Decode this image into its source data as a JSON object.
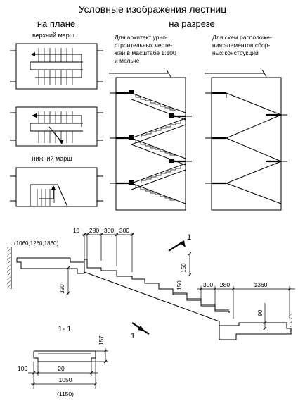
{
  "title": "Условные изображения лестниц",
  "plan": {
    "heading": "на плане",
    "top_flight_label": "верхний марш",
    "bottom_flight_label": "нижний марш"
  },
  "section": {
    "heading": "на разрезе",
    "arch_note": [
      "Для архитект урно-",
      "строительных черте-",
      "жей в масштабе 1:100",
      "и мельче"
    ],
    "assembly_note": [
      "Для схем расположе-",
      "ния элементов сбор-",
      "ных конструкций"
    ]
  },
  "flight": {
    "dims_top": [
      "10",
      "280",
      "300",
      "300"
    ],
    "landing_lengths": "(1060,1260,1860)",
    "dim_150_upper": "150",
    "dim_150_lower": "150",
    "dim_320": "320",
    "dims_bottom": [
      "300",
      "280",
      "1360"
    ],
    "dim_90": "90",
    "cut_number_top": "1",
    "cut_number_bottom": "1"
  },
  "cross_section": {
    "label": "1- 1",
    "dim_157": "157",
    "dim_100": "100",
    "dim_20": "20",
    "dim_1050": "1050",
    "dim_1150": "(1150)"
  }
}
